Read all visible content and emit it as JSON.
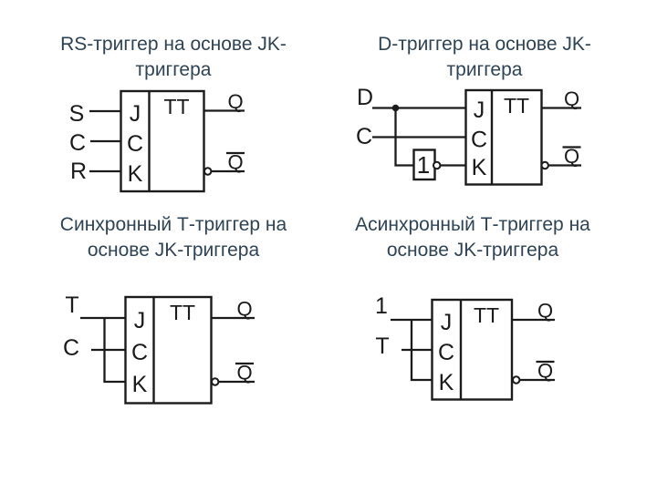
{
  "slide": {
    "background": "#ffffff"
  },
  "colors": {
    "title_text": "#2e4356",
    "circuit_ink": "#1b1b1b"
  },
  "diagrams": {
    "rs": {
      "title_line1": "RS-триггер на основе JK-",
      "title_line2": "триггера",
      "input1": "S",
      "input2": "C",
      "input3": "R",
      "pin_j": "J",
      "pin_c": "C",
      "pin_k": "K",
      "block_label": "TT",
      "out_q": "Q",
      "out_qn": "Q"
    },
    "d": {
      "title_line1": "D-триггер на основе JK-",
      "title_line2": "триггера",
      "input1": "D",
      "input2": "C",
      "inverter_label": "1",
      "pin_j": "J",
      "pin_c": "C",
      "pin_k": "K",
      "block_label": "TT",
      "out_q": "Q",
      "out_qn": "Q"
    },
    "sync_t": {
      "title_line1": "Синхронный Т-триггер на",
      "title_line2": "основе JK-триггера",
      "input1": "T",
      "input2": "C",
      "pin_j": "J",
      "pin_c": "C",
      "pin_k": "K",
      "block_label": "TT",
      "out_q": "Q",
      "out_qn": "Q"
    },
    "async_t": {
      "title_line1": "Асинхронный Т-триггер на",
      "title_line2": "основе JK-триггера",
      "input1": "1",
      "input2": "T",
      "pin_j": "J",
      "pin_c": "C",
      "pin_k": "K",
      "block_label": "TT",
      "out_q": "Q",
      "out_qn": "Q"
    }
  }
}
